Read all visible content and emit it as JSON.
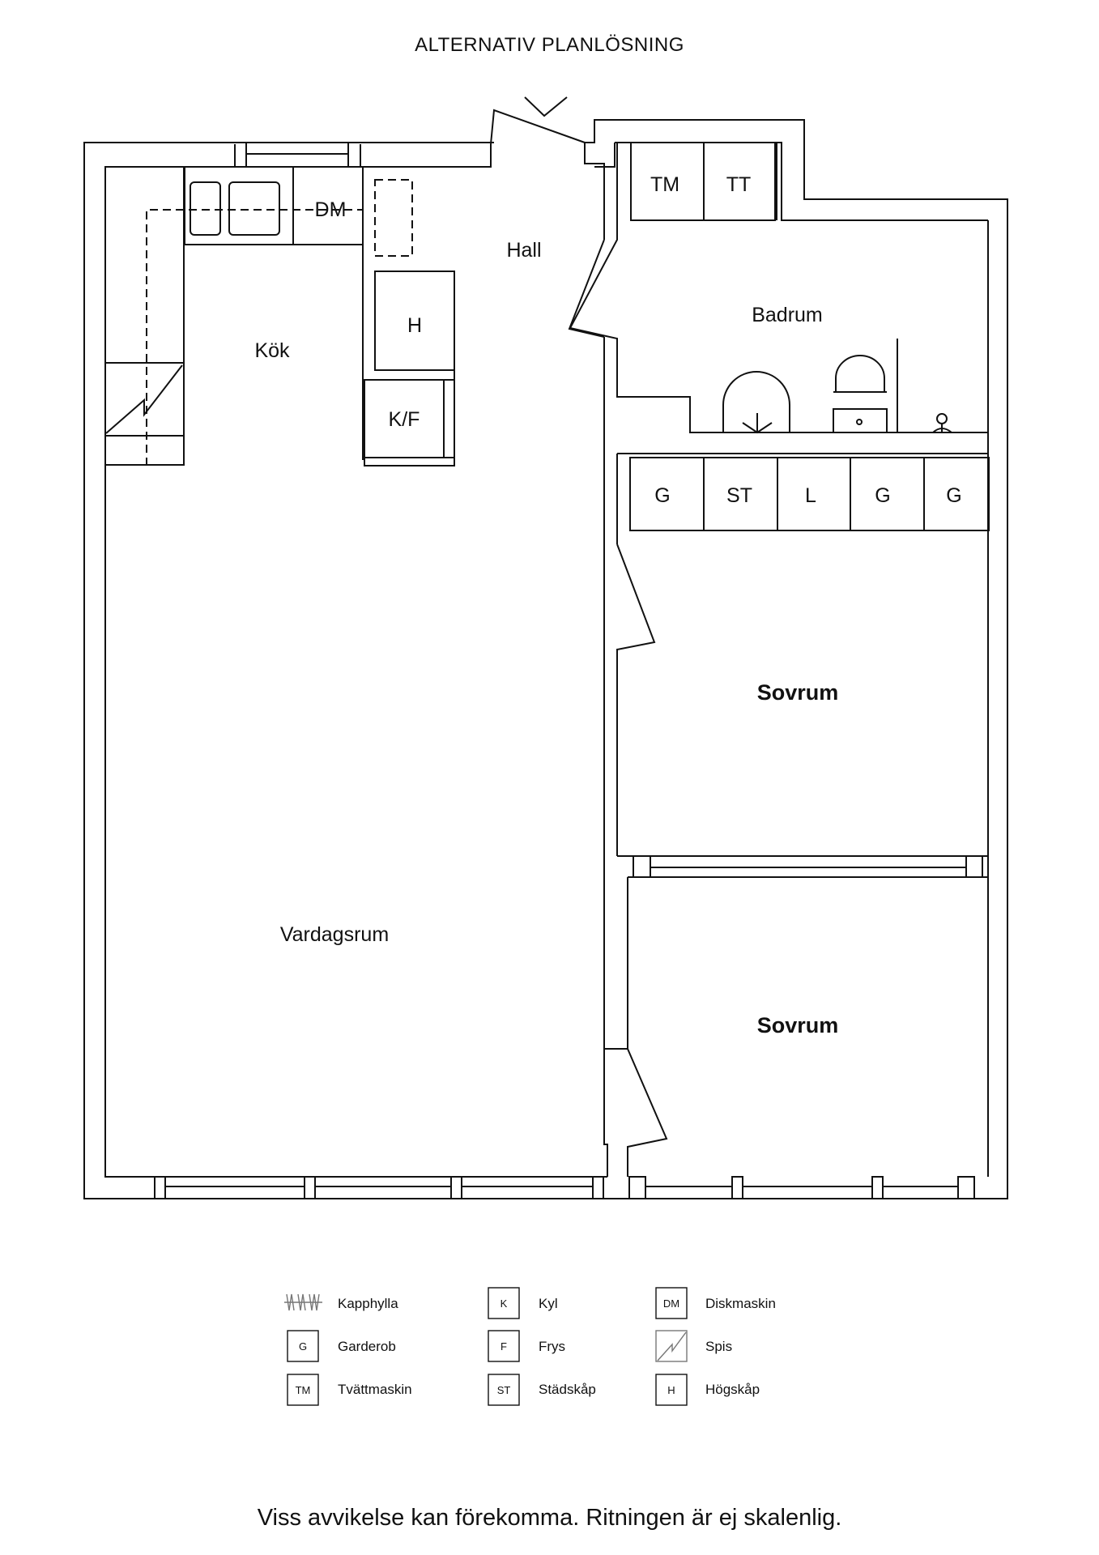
{
  "title": "ALTERNATIV PLANLÖSNING",
  "rooms": {
    "kok": "Kök",
    "hall": "Hall",
    "badrum": "Badrum",
    "vardagsrum": "Vardagsrum",
    "sovrum1": "Sovrum",
    "sovrum2": "Sovrum"
  },
  "fixtures": {
    "dm": "DM",
    "h": "H",
    "kf": "K/F",
    "tm": "TM",
    "tt": "TT",
    "closets": [
      "G",
      "ST",
      "L",
      "G",
      "G"
    ]
  },
  "legend": [
    {
      "code": "",
      "text": "Kapphylla",
      "icon": "coat-rack-icon"
    },
    {
      "code": "K",
      "text": "Kyl",
      "icon": "box-icon"
    },
    {
      "code": "DM",
      "text": "Diskmaskin",
      "icon": "box-icon"
    },
    {
      "code": "G",
      "text": "Garderob",
      "icon": "box-icon"
    },
    {
      "code": "F",
      "text": "Frys",
      "icon": "box-icon"
    },
    {
      "code": "",
      "text": "Spis",
      "icon": "stove-icon"
    },
    {
      "code": "TM",
      "text": "Tvättmaskin",
      "icon": "box-icon"
    },
    {
      "code": "ST",
      "text": "Städskåp",
      "icon": "box-icon"
    },
    {
      "code": "H",
      "text": "Högskåp",
      "icon": "box-icon"
    }
  ],
  "footer": "Viss avvikelse kan förekomma. Ritningen är ej skalenlig."
}
